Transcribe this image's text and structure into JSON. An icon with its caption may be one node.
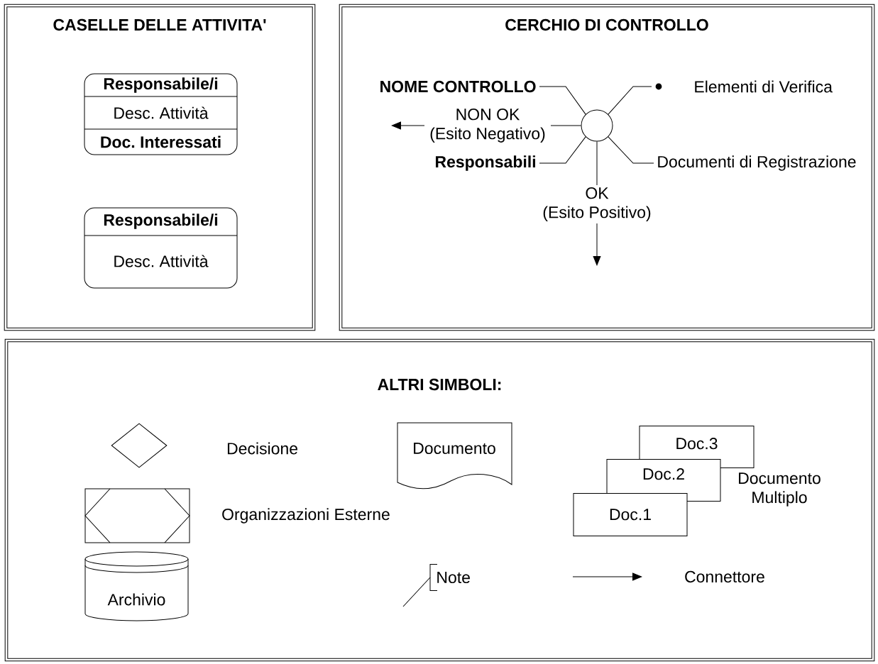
{
  "diagram": {
    "nodes": [
      {
        "text": [
          "CASELLE DELLE ATTIVITA'"
        ]
      },
      {
        "text": [
          "Responsabile/i",
          "Desc. Attività",
          "Doc. Interessati"
        ],
        "in": 0
      },
      {
        "text": [
          "Responsabile/i",
          "Desc. Attività"
        ],
        "in": 0
      },
      {
        "text": [
          "CERCHIO DI CONTROLLO"
        ]
      },
      {
        "text": [],
        "shape": "circle",
        "in": 3
      },
      {
        "text": [
          "NOME CONTROLLO"
        ],
        "in": 3
      },
      {
        "text": [
          "Elementi di Verifica"
        ],
        "in": 3
      },
      {
        "text": [
          "Responsabili"
        ],
        "in": 3
      },
      {
        "text": [
          "Documenti di Registrazione"
        ],
        "in": 3
      },
      {
        "text": [
          "ALTRI SIMBOLI:"
        ]
      },
      {
        "text": [],
        "shape": "diamond",
        "beside": [
          "Decisione"
        ],
        "in": 9
      },
      {
        "text": [
          "Documento"
        ],
        "in": 9
      },
      {
        "text": [
          "Doc.3"
        ],
        "in": 9
      },
      {
        "text": [
          "Doc.2"
        ],
        "in": 9
      },
      {
        "text": [
          "Doc.1"
        ],
        "in": 9
      },
      {
        "text": [],
        "shape": "box",
        "beside": [
          "Organizzazioni Esterne"
        ],
        "in": 9
      },
      {
        "text": [
          "Archivio"
        ],
        "in": 9
      },
      {
        "text": [
          "Note"
        ],
        "in": 9
      }
    ],
    "edges": [
      {
        "from": 4,
        "to": 5,
        "arrow": "none"
      },
      {
        "from": 4,
        "to": 6,
        "arrow": "none"
      },
      {
        "from": 4,
        "to": 7,
        "arrow": "none"
      },
      {
        "from": 4,
        "to": 8,
        "arrow": "none"
      },
      {
        "from": 4,
        "to": null,
        "arrow": "to",
        "label": "NON OK (Esito Negativo)"
      },
      {
        "from": 4,
        "to": null,
        "arrow": "to",
        "label": "OK (Esito Positivo)"
      },
      {
        "from": 17,
        "to": null,
        "arrow": "none"
      }
    ],
    "labels": [
      "Documento Multiplo",
      "Connettore"
    ]
  }
}
